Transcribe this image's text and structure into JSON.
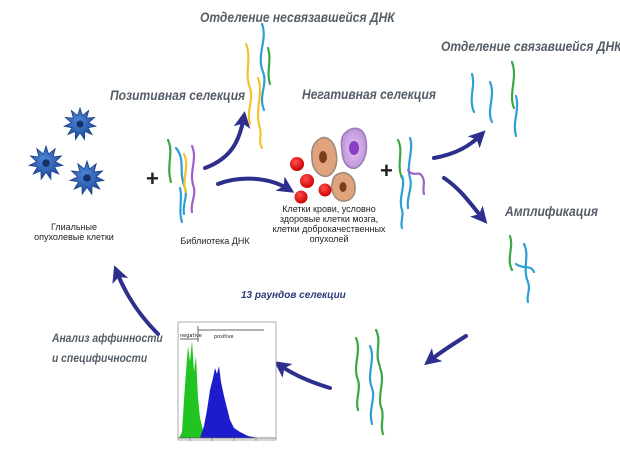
{
  "labels": {
    "unbound_separation": "Отделение несвязавшейся ДНК",
    "bound_separation": "Отделение связавшейся ДНК",
    "positive_selection": "Позитивная селекция",
    "negative_selection": "Негативная селекция",
    "amplification": "Амплификация",
    "glial_cells": [
      "Глиальные",
      "опухолевые клетки"
    ],
    "dna_library": "Библиотека ДНК",
    "negative_cells": [
      "Клетки крови, условно",
      "здоровые клетки мозга,",
      "клетки доброкачественных",
      "опухолей"
    ],
    "rounds": "13 раундов селекции",
    "affinity": [
      "Анализ аффинности",
      "и специфичности"
    ],
    "plus": "+"
  },
  "histogram": {
    "gate_negative": "negative",
    "gate_positive": "positive"
  },
  "colors": {
    "arrow": "#2e2f8c",
    "label": "#555e67",
    "glial": "#2a5cb3",
    "red_cell": "#e81818",
    "green_peak": "#22c422",
    "blue_peak": "#1c1ccc"
  }
}
